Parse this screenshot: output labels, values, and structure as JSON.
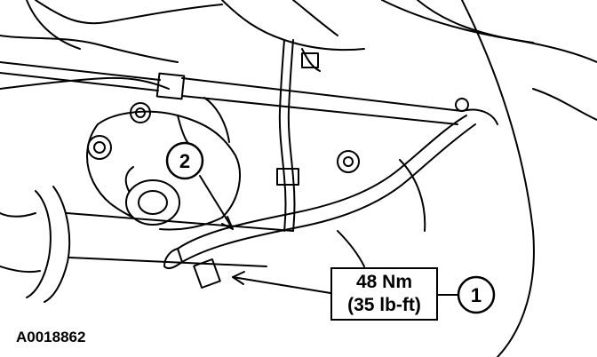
{
  "callouts": [
    {
      "number": "1"
    },
    {
      "number": "2"
    }
  ],
  "torque_spec": {
    "metric": "48 Nm",
    "imperial": "(35 lb-ft)"
  },
  "figure_id": "A0018862",
  "colors": {
    "ink": "#000000",
    "paper": "#ffffff"
  }
}
